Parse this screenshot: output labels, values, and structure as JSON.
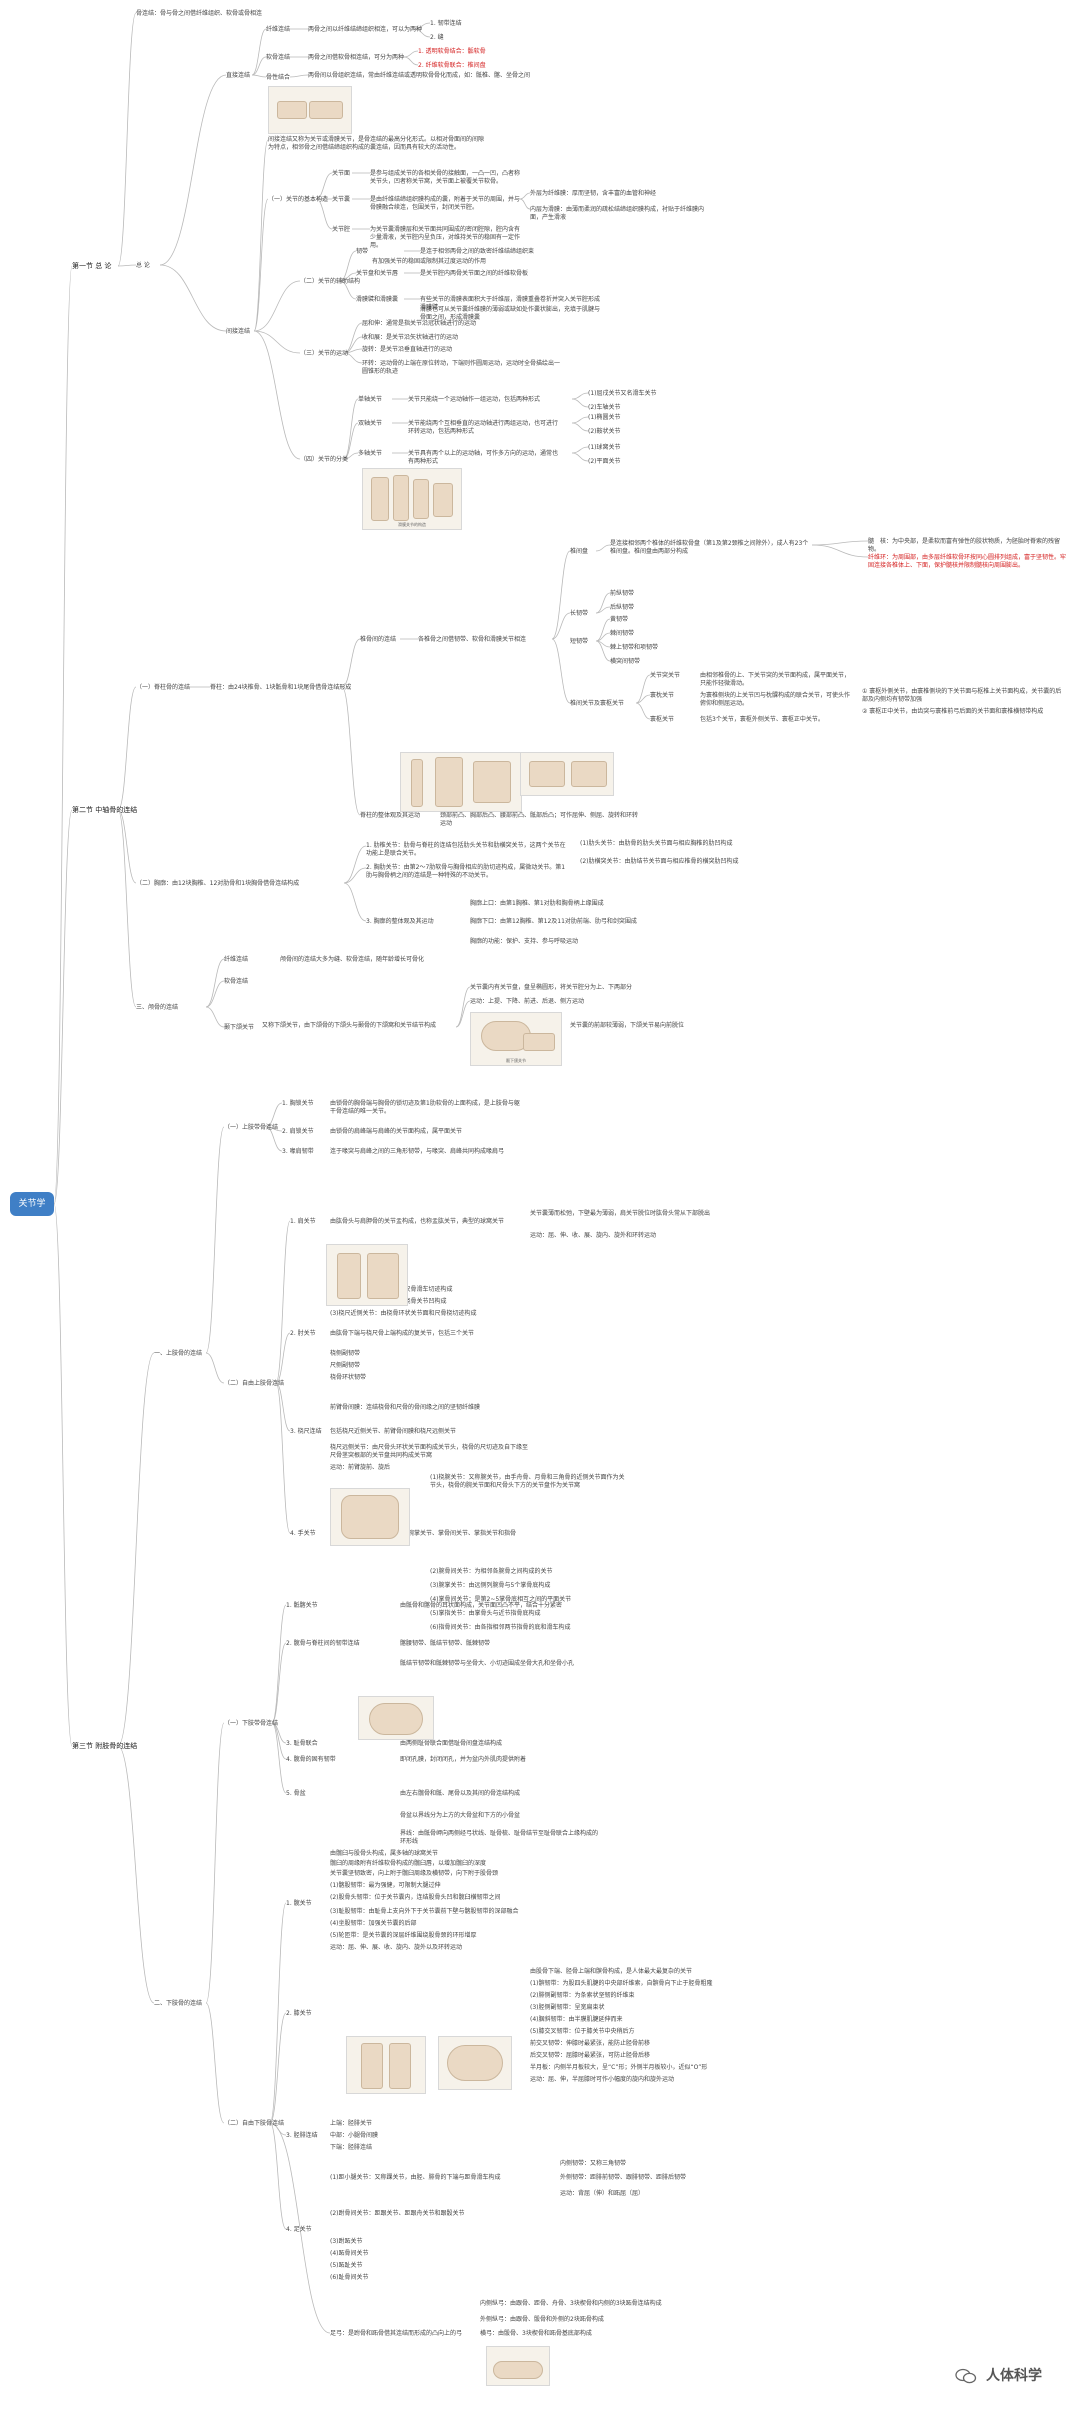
{
  "root": "关节学",
  "watermark": "人体科学",
  "sections": {
    "s1": "第一节 总 论",
    "s2": "第二节 中轴骨的连结",
    "s3": "第三节 附肢骨的连结"
  },
  "s1": {
    "overview_label": "总 论",
    "bone_connection_overview": "骨连结：骨与骨之间借纤维组织、软骨或骨相连",
    "direct": "直接连结",
    "fibrous": "纤维连结",
    "fibrous_desc": "两骨之间以纤维结缔组织相连，可以为两种",
    "fibrous_items": [
      "1. 韧带连结",
      "2. 缝"
    ],
    "cartilage": "软骨连结",
    "cartilage_desc": "两骨之间借软骨相连结，可分为两种",
    "cartilage_items": [
      "1. 透明软骨结合：骺软骨",
      "2. 纤维软骨联合：椎间盘"
    ],
    "bony": "骨性结合",
    "bony_desc": "两骨间以骨组织连结，常由纤维连结或透明软骨骨化而成，如：骶椎、髂、坐骨之间",
    "indirect": "间接连结",
    "indirect_desc": "间接连结又称为关节或滑膜关节，是骨连结的最高分化形式。以相对骨面间的间隙为特点，相邻骨之间借结缔组织构成的囊连结，因而具有较大的活动性。",
    "basic_label": "（一）关节的基本构造",
    "basic": [
      {
        "k": "关节面",
        "v": "是参与组成关节的各相关骨的接触面，一凸一凹，凸者称关节头，凹者称关节窝，关节面上被覆关节软骨。"
      },
      {
        "k": "关节囊",
        "v": "是由纤维结缔组织膜构成的囊，附着于关节的周围，并与骨膜融合续连，包围关节，封闭关节腔。"
      },
      {
        "k": "关节腔",
        "v": "为关节囊滑膜层和关节面共同围成的密闭腔隙，腔内含有少量滑液，关节腔内呈负压，对维持关节的稳固有一定作用。"
      }
    ],
    "capsule_layers": [
      "外层为纤维膜：厚而坚韧，含丰富的血管和神经",
      "内层为滑膜：由薄而柔润的疏松结缔组织膜构成，衬贴于纤维膜内面，产生滑液"
    ],
    "aux_label": "（二）关节的辅助结构",
    "aux": [
      {
        "k": "韧带",
        "v": "是连于相邻两骨之间的致密纤维结缔组织束"
      },
      {
        "k": "关节盘和关节唇",
        "v": "是关节腔内两骨关节面之间的纤维软骨板"
      },
      {
        "k": "滑膜襞和滑膜囊",
        "v": "有些关节的滑膜表面积大于纤维层，滑膜重叠卷折并突入关节腔形成滑膜襞"
      }
    ],
    "aux_extra": [
      "有加强关节的稳固或限制其过度运动的作用",
      "滑膜也可从关节囊纤维膜的薄弱或缺如处作囊状膨出，充填于肌腱与骨面之间，形成滑膜囊"
    ],
    "move_label": "（三）关节的运动",
    "moves": [
      "屈和伸：通常是指关节沿冠状轴进行的运动",
      "收和展：是关节沿矢状轴进行的运动",
      "旋转：是关节沿垂直轴进行的运动",
      "环转：运动骨的上端在原位转动，下端则作圆周运动，运动时全骨描绘出一圆锥形的轨迹"
    ],
    "class_label": "（四）关节的分类",
    "classes": [
      {
        "k": "单轴关节",
        "v": "关节只能绕一个运动轴作一组运动，包括两种形式",
        "sub": [
          "(1)屈戌关节又名滑车关节",
          "(2)车轴关节"
        ]
      },
      {
        "k": "双轴关节",
        "v": "关节能绕两个互相垂直的运动轴进行两组运动，也可进行环转运动，包括两种形式",
        "sub": [
          "(1)椭圆关节",
          "(2)鞍状关节"
        ]
      },
      {
        "k": "多轴关节",
        "v": "关节具有两个以上的运动轴，可作多方向的运动，通常也有两种形式",
        "sub": [
          "(1)球窝关节",
          "(2)平面关节"
        ]
      }
    ],
    "fig_caption": "滑膜关节的构造"
  },
  "s2": {
    "spine_label": "（一）脊柱骨的连结",
    "spine_desc": "脊柱：由24块椎骨、1块骶骨和1块尾骨借骨连结形成",
    "vert_label": "椎骨间的连结",
    "vert_desc": "各椎骨之间借韧带、软骨和滑膜关节相连",
    "disc": "椎间盘",
    "disc_desc": "是连接相邻两个椎体的纤维软骨盘（第1及第2颈椎之间除外），成人有23个椎间盘。椎间盘由两部分构成",
    "disc_parts": [
      "髓　核：为中央部，是柔软而富有弹性的胶状物质，为胚胎时脊索的残留物。",
      "纤维环：为周围部，由多层纤维软骨环按同心圆排列组成，富于坚韧性。牢固连接各椎体上、下面，保护髓核并限制髓核向周围膨出。"
    ],
    "long_lig": [
      "前纵韧带",
      "后纵韧带"
    ],
    "long_label": "长韧带",
    "short_label": "短韧带",
    "short_lig": [
      "黄韧带",
      "棘间韧带",
      "棘上韧带和项韧带",
      "横突间韧带"
    ],
    "joint_label": "椎间关节及寰枢关节",
    "joints": [
      {
        "k": "关节突关节",
        "v": "由相邻椎骨的上、下关节突的关节面构成，属平面关节，只能作轻微滑动。"
      },
      {
        "k": "寰枕关节",
        "v": "为寰椎侧块的上关节凹与枕髁构成的联合关节，可使头作俯仰和侧屈运动。"
      },
      {
        "k": "寰枢关节",
        "v": "包括3个关节，寰枢外侧关节、寰枢正中关节。"
      }
    ],
    "atlas_sub": [
      "① 寰枢外侧关节，由寰椎侧块的下关节面与枢椎上关节面构成，关节囊的后部及内侧均有韧带加强",
      "② 寰枢正中关节，由齿突与寰椎前弓后面的关节面和寰椎横韧带构成"
    ],
    "spine_whole_label": "脊柱的整体观及其运动",
    "spine_whole": "颈部前凸、胸部后凸、腰部前凸、骶部后凸；可作屈伸、侧屈、旋转和环转运动",
    "thorax_label": "（二）胸廓：由12块胸椎、12对肋骨和1块胸骨借骨连结构成",
    "thorax": [
      "1. 肋椎关节：肋骨与脊柱的连结包括肋头关节和肋横突关节，这两个关节在功能上是联合关节。",
      "2. 胸肋关节：由第2～7肋软骨与胸骨相应的肋切迹构成，属微动关节。第1肋与胸骨柄之间的连结是一种特殊的不动关节。",
      "3. 胸廓的整体观及其运动"
    ],
    "thorax_sub": [
      "(1)肋头关节：由肋骨的肋头关节面与相应胸椎的肋凹构成",
      "(2)肋横突关节：由肋结节关节面与相应椎骨的横突肋凹构成",
      "胸廓上口：由第1胸椎、第1对肋和胸骨柄上缘围成",
      "胸廓下口：由第12胸椎、第12及11对肋前端、肋弓和剑突围成",
      "胸廓的功能：保护、支持、参与呼吸运动"
    ],
    "skull_label": "三、颅骨的连结",
    "skull_items": [
      {
        "k": "纤维连结",
        "v": "颅骨间的连结大多为缝、软骨连结，随年龄增长可骨化"
      },
      {
        "k": "软骨连结",
        "v": ""
      },
      {
        "k": "颞下颌关节",
        "v": "又称下颌关节，由下颌骨的下颌头与颞骨的下颌窝和关节结节构成"
      }
    ],
    "tmj_extra": [
      "关节囊内有关节盘，盘呈椭圆形，将关节腔分为上、下两部分",
      "运动：上提、下降、前进、后退、侧方运动",
      "关节囊的前部较薄弱，下颌关节易向前脱位"
    ],
    "tmj_caption": "颞下颌关节"
  },
  "s3": {
    "upper_label": "一、上肢骨的连结",
    "upper_girdle": "（一）上肢带骨连结",
    "girdle": [
      {
        "k": "1. 胸锁关节",
        "v": "由锁骨的胸骨端与胸骨的锁切迹及第1肋软骨的上面构成，是上肢骨与躯干骨连结的唯一关节。"
      },
      {
        "k": "2. 肩锁关节",
        "v": "由锁骨的肩峰端与肩峰的关节面构成，属平面关节"
      },
      {
        "k": "3. 喙肩韧带",
        "v": "连于喙突与肩峰之间的三角形韧带，与喙突、肩峰共同构成喙肩弓"
      }
    ],
    "free_label": "（二）自由上肢骨连结",
    "free": [
      {
        "k": "1. 肩关节",
        "v": "由肱骨头与肩胛骨的关节盂构成，也称盂肱关节，典型的球窝关节"
      },
      {
        "k": "2. 肘关节",
        "v": "由肱骨下端与桡尺骨上端构成的复关节，包括三个关节"
      },
      {
        "k": "3. 桡尺连结",
        "v": "包括桡尺近侧关节、前臂骨间膜和桡尺远侧关节"
      },
      {
        "k": "4. 手关节",
        "v": "包括桡腕关节、腕骨间关节、腕掌关节、掌骨间关节、掌指关节和指骨间关节"
      }
    ],
    "shoulder_notes": [
      "关节囊薄而松弛，下壁最为薄弱，肩关节脱位时肱骨头常从下部脱出",
      "运动：屈、伸、收、展、旋内、旋外和环转运动"
    ],
    "elbow_parts": [
      "(1)肱尺关节：由肱骨滑车和尺骨滑车切迹构成",
      "(2)肱桡关节：由肱骨小头和桡骨关节凹构成",
      "(3)桡尺近侧关节：由桡骨环状关节面和尺骨桡切迹构成"
    ],
    "elbow_lig": [
      "桡侧副韧带",
      "尺侧副韧带",
      "桡骨环状韧带"
    ],
    "radioulnar": [
      "前臂骨间膜：连结桡骨和尺骨的骨间缘之间的坚韧纤维膜",
      "桡尺远侧关节：由尺骨头环状关节面构成关节头，桡骨的尺切迹及自下缘至尺骨茎突根部的关节盘共同构成关节窝",
      "运动：前臂旋前、旋后"
    ],
    "hand": [
      "(1)桡腕关节：又称腕关节，由手舟骨、月骨和三角骨的近侧关节面作为关节头，桡骨的腕关节面和尺骨头下方的关节盘作为关节窝",
      "(2)腕骨间关节：为相邻各腕骨之间构成的关节",
      "(3)腕掌关节：由远侧列腕骨与5个掌骨底构成",
      "(4)掌骨间关节：是第2~5掌骨底相互之间的平面关节",
      "(5)掌指关节：由掌骨头与近节指骨底构成",
      "(6)指骨间关节：由各指相邻两节指骨的底和滑车构成"
    ],
    "lower_label": "二、下肢骨的连结",
    "lower_girdle": "（一）下肢带骨连结",
    "pelvis_items": [
      {
        "k": "1. 骶髂关节",
        "v": "由骶骨和髂骨的耳状面构成，关节面凹凸不平，结合十分紧密"
      },
      {
        "k": "2. 髋骨与脊柱间的韧带连结",
        "v": "髂腰韧带、骶结节韧带、骶棘韧带"
      },
      {
        "k": "3. 耻骨联合",
        "v": "由两侧耻骨联合面借耻骨间盘连结构成"
      },
      {
        "k": "4. 髋骨的固有韧带",
        "v": "即闭孔膜，封闭闭孔，并为盆内外肌肉提供附着"
      },
      {
        "k": "5. 骨盆",
        "v": "由左右髋骨和骶、尾骨以及其间的骨连结构成"
      }
    ],
    "pelvis_notes": [
      "骶结节韧带和骶棘韧带与坐骨大、小切迹围成坐骨大孔和坐骨小孔",
      "骨盆以界线分为上方的大骨盆和下方的小骨盆",
      "界线：由骶骨岬向两侧经弓状线、耻骨梳、耻骨结节至耻骨联合上缘构成的环形线"
    ],
    "lower_free": "（二）自由下肢骨连结",
    "hip_label": "1. 髋关节",
    "hip": [
      "由髋臼与股骨头构成，属多轴的球窝关节",
      "髋臼的周缘附有纤维软骨构成的髋臼唇，以增加髋臼的深度",
      "关节囊坚韧致密，向上附于髋臼周缘及横韧带，向下附于股骨颈",
      "(1)髂股韧带：最为强健，可限制大腿过伸",
      "(2)股骨头韧带：位于关节囊内，连结股骨头凹和髋臼横韧带之间",
      "(3)耻股韧带：由耻骨上支向外下于关节囊前下壁与髂股韧带的深部融合",
      "(4)坐股韧带：加强关节囊的后部",
      "(5)轮匝带：是关节囊的深层纤维围绕股骨颈的环形增厚",
      "运动：屈、伸、展、收、旋内、旋外以及环转运动"
    ],
    "knee_label": "2. 膝关节",
    "knee": [
      "由股骨下端、胫骨上端和髌骨构成，是人体最大最复杂的关节",
      "(1)髌韧带：为股四头肌腱的中央部纤维索，自髌骨向下止于胫骨粗隆",
      "(2)腓侧副韧带：为条索状坚韧的纤维束",
      "(3)胫侧副韧带：呈宽扁束状",
      "(4)腘斜韧带：由半膜肌腱延伸而来",
      "(5)膝交叉韧带：位于膝关节中央稍后方",
      "前交叉韧带：伸膝时最紧张，能防止胫骨前移",
      "后交叉韧带：屈膝时最紧张，可防止胫骨后移",
      "半月板：内侧半月板较大，呈“C”形；外侧半月板较小，近似“O”形",
      "运动：屈、伸，半屈膝时可作小幅度的旋内和旋外运动"
    ],
    "tibfib_label": "3. 胫腓连结",
    "tibfib": [
      "上端：胫腓关节",
      "中部：小腿骨间膜",
      "下端：胫腓连结"
    ],
    "foot_label": "4. 足关节",
    "foot": [
      "(1)距小腿关节：又称踝关节，由胫、腓骨的下端与距骨滑车构成",
      "(2)跗骨间关节：距跟关节、距跟舟关节和跟骰关节",
      "(3)跗跖关节",
      "(4)跖骨间关节",
      "(5)跖趾关节",
      "(6)趾骨间关节"
    ],
    "ankle_notes": [
      "内侧韧带：又称三角韧带",
      "外侧韧带：距腓前韧带、跟腓韧带、距腓后韧带",
      "运动：背屈（伸）和跖屈（屈）"
    ],
    "arch_label": "足弓：是跗骨和跖骨借其连结而形成的凸向上的弓",
    "arch": [
      "内侧纵弓：由跟骨、距骨、舟骨、3块楔骨和内侧的3块跖骨连结构成",
      "外侧纵弓：由跟骨、骰骨和外侧的2块跖骨构成",
      "横弓：由骰骨、3块楔骨和跖骨基底部构成"
    ]
  }
}
